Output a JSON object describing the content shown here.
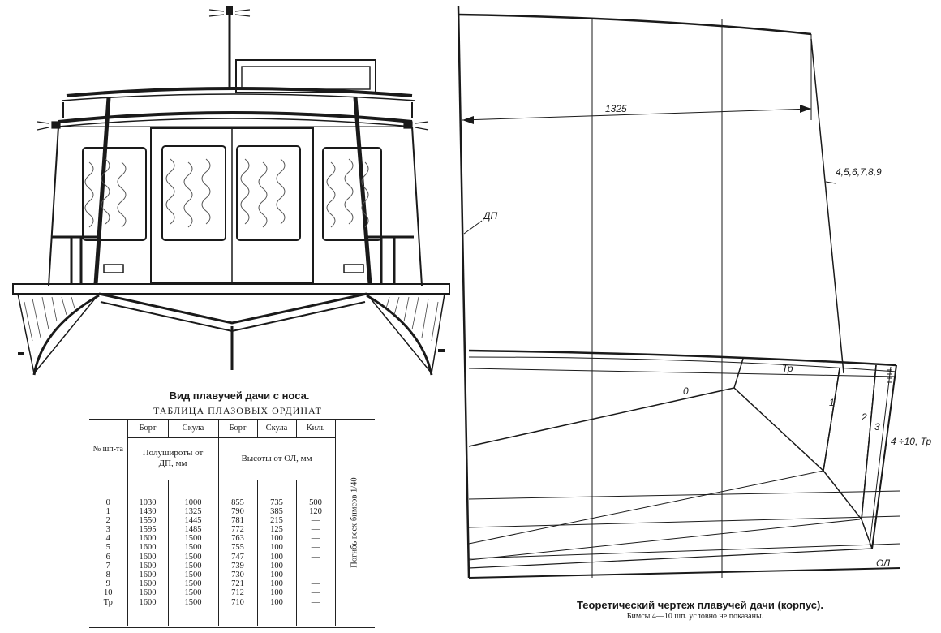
{
  "front_view": {
    "caption": "Вид плавучей дачи с носа."
  },
  "table": {
    "title": "ТАБЛИЦА ПЛАЗОВЫХ ОРДИНАТ",
    "col_no": "№ шп-та",
    "bort": "Борт",
    "skula": "Скула",
    "kil": "Киль",
    "half_widths": "Полушироты от ДП, мм",
    "heights": "Высоты от ОЛ, мм",
    "camber_note": "Погибь всех бимсов 1/40",
    "frames": [
      "0",
      "1",
      "2",
      "3",
      "4",
      "5",
      "6",
      "7",
      "8",
      "9",
      "10",
      "Тр"
    ],
    "hw_bort": [
      "1030",
      "1430",
      "1550",
      "1595",
      "1600",
      "1600",
      "1600",
      "1600",
      "1600",
      "1600",
      "1600",
      "1600"
    ],
    "hw_skula": [
      "1000",
      "1325",
      "1445",
      "1485",
      "1500",
      "1500",
      "1500",
      "1500",
      "1500",
      "1500",
      "1500",
      "1500"
    ],
    "h_bort": [
      "855",
      "790",
      "781",
      "772",
      "763",
      "755",
      "747",
      "739",
      "730",
      "721",
      "712",
      "710"
    ],
    "h_skula": [
      "735",
      "385",
      "215",
      "125",
      "100",
      "100",
      "100",
      "100",
      "100",
      "100",
      "100",
      "100"
    ],
    "h_kil": [
      "500",
      "120",
      "—",
      "—",
      "—",
      "—",
      "—",
      "—",
      "—",
      "—",
      "—",
      "—"
    ]
  },
  "body_plan": {
    "dim": "1325",
    "label_dp": "ДП",
    "label_frames_top": "4,5,6,7,8,9",
    "label_tr": "Тр",
    "label_0": "0",
    "label_1": "1",
    "label_2": "2",
    "label_3": "3",
    "label_4_10": "4 ÷10, Тр",
    "label_ol": "ОЛ",
    "caption": "Теоретический чертеж плавучей дачи (корпус).",
    "subcaption": "Бимсы 4—10 шп. условно не показаны."
  }
}
